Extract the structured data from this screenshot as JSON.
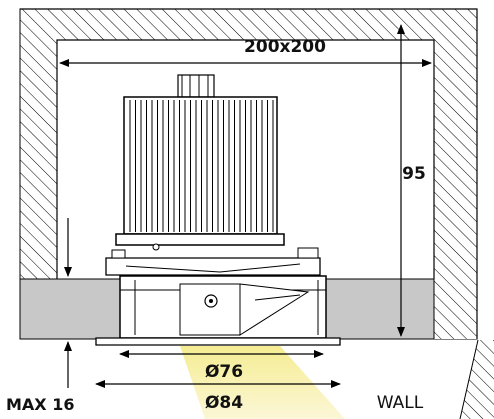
{
  "dimensions": {
    "cutout": "200x200",
    "depth": "95",
    "inner_diameter": "Ø76",
    "outer_diameter": "Ø84",
    "max_thickness": "MAX 16"
  },
  "labels": {
    "wall": "WALL"
  },
  "colors": {
    "outline": "#000000",
    "hatch": "#000000",
    "ceiling_board": "#c8c8c8",
    "light_beam": "#f3e88a"
  }
}
